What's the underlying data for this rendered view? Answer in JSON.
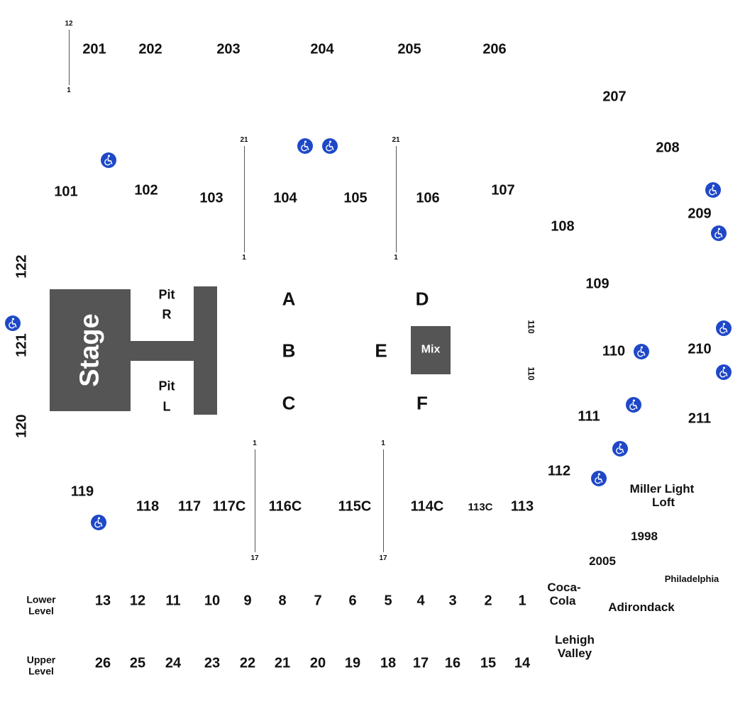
{
  "upper_sections": [
    "201",
    "202",
    "203",
    "204",
    "205",
    "206",
    "207",
    "208",
    "209",
    "210",
    "211"
  ],
  "lower_sections": [
    "101",
    "102",
    "103",
    "104",
    "105",
    "106",
    "107",
    "108",
    "109",
    "110",
    "111",
    "112",
    "113",
    "113C",
    "114C",
    "115C",
    "116C",
    "117C",
    "117",
    "118",
    "119",
    "120",
    "121",
    "122"
  ],
  "floor_sections": [
    "A",
    "B",
    "C",
    "D",
    "E",
    "F"
  ],
  "stage": {
    "label": "Stage"
  },
  "mix": {
    "label": "Mix"
  },
  "pit": {
    "right": "Pit\nR",
    "left": "Pit\nL",
    "pit_word": "Pit",
    "r": "R",
    "l": "L"
  },
  "row_markers": {
    "12": "12",
    "1": "1",
    "21": "21",
    "17": "17"
  },
  "side_110": "110",
  "boxes": {
    "miller": "Miller Light\nLoft",
    "miller_1": "Miller Light",
    "miller_2": "Loft",
    "b1998": "1998",
    "b2005": "2005",
    "philadelphia": "Philadelphia",
    "coca_1": "Coca-",
    "coca_2": "Cola",
    "adirondack": "Adirondack",
    "lehigh_1": "Lehigh",
    "lehigh_2": "Valley"
  },
  "legend": {
    "lower_1": "Lower",
    "lower_2": "Level",
    "upper_1": "Upper",
    "upper_2": "Level",
    "lower_numbers": [
      "13",
      "12",
      "11",
      "10",
      "9",
      "8",
      "7",
      "6",
      "5",
      "4",
      "3",
      "2",
      "1"
    ],
    "upper_numbers": [
      "26",
      "25",
      "24",
      "23",
      "22",
      "21",
      "20",
      "19",
      "18",
      "17",
      "16",
      "15",
      "14"
    ]
  },
  "colors": {
    "block": "#555555",
    "ada": "#1f48c8"
  },
  "icons": {
    "accessibility": "wheelchair-icon"
  }
}
